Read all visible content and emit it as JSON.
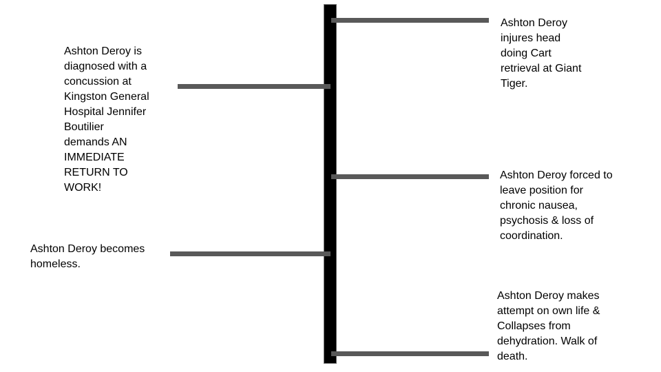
{
  "diagram": {
    "type": "vertical-timeline",
    "background_color": "#ffffff",
    "axis_color": "#000000",
    "connector_color": "#595959",
    "text_color": "#000000",
    "events_left": [
      {
        "text": "Ashton Deroy is\ndiagnosed with a\nconcussion at\nKingston General\nHospital Jennifer\nBoutilier\ndemands AN\nIMMEDIATE\nRETURN TO\nWORK!"
      },
      {
        "text": "Ashton Deroy becomes\nhomeless."
      }
    ],
    "events_right": [
      {
        "text": "Ashton Deroy\ninjures head\ndoing Cart\nretrieval at Giant\nTiger."
      },
      {
        "text": "Ashton Deroy forced to\nleave position for\nchronic nausea,\npsychosis & loss of\ncoordination."
      },
      {
        "text": "Ashton Deroy makes\nattempt on own life &\nCollapses from\ndehydration. Walk of\ndeath."
      }
    ]
  }
}
